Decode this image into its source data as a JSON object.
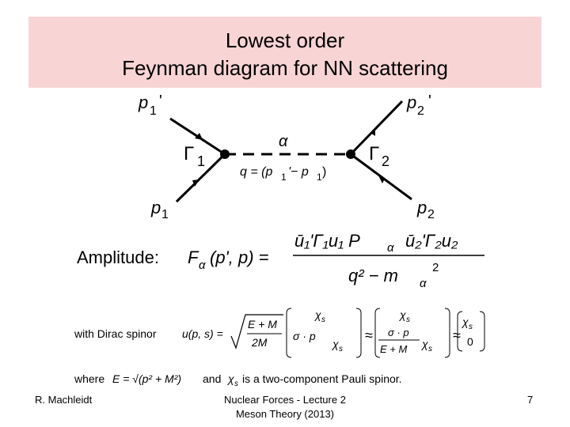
{
  "title": {
    "line1": "Lowest order",
    "line2": "Feynman diagram for NN scattering"
  },
  "diagram": {
    "p1_prime": "p",
    "p1_prime_sub": "1",
    "p1_prime_mark": "'",
    "p2_prime": "p",
    "p2_prime_sub": "2",
    "p2_prime_mark": "'",
    "p1": "p",
    "p1_sub": "1",
    "p2": "p",
    "p2_sub": "2",
    "gamma1": "Γ",
    "gamma1_sub": "1",
    "gamma2": "Γ",
    "gamma2_sub": "2",
    "alpha": "α",
    "q_label": "q = (p",
    "q_sub1": "1",
    "q_mid": "'− p",
    "q_sub2": "1",
    "q_close": ")"
  },
  "amplitude": {
    "label": "Amplitude:",
    "lhs": "F",
    "lhs_sub": "α",
    "lhs_args": "(p', p) =",
    "numerator": "ū₁'Γ₁u₁ P",
    "numerator_sub": "α",
    "numerator2": "ū₂'Γ₂u₂",
    "denominator": "q² − m",
    "denominator_sub": "α",
    "denominator_sup": "2"
  },
  "spinor": {
    "with_text": "with Dirac spinor",
    "u_def": "u(p, s) =",
    "sqrt_num": "E + M",
    "sqrt_den": "2M",
    "chi_s": "χ",
    "chi_sub": "s",
    "sigma_p": "σ · p",
    "frac_num2": "σ · p",
    "frac_den2": "E + M",
    "approx": "≈",
    "vec_top": "χ",
    "vec_bottom": "0"
  },
  "where": {
    "where_text": "where",
    "e_def": "E = √(p² + M²)",
    "and_text": "and",
    "chi_text": "χ",
    "chi_sub": "s",
    "rest": "is a two-component Pauli spinor."
  },
  "footer": {
    "author": "R. Machleidt",
    "course_line1": "Nuclear Forces - Lecture 2",
    "course_line2": "Meson Theory (2013)",
    "page": "7"
  }
}
